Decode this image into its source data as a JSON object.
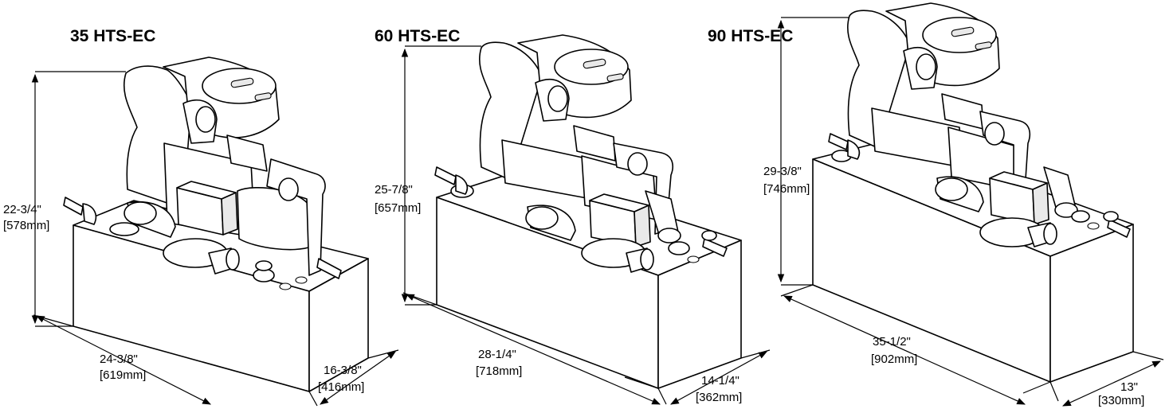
{
  "units": [
    {
      "model": "35 HTS-EC",
      "height": {
        "in": "22-3/4\"",
        "mm": "[578mm]"
      },
      "length": {
        "in": "24-3/8\"",
        "mm": "[619mm]"
      },
      "width": {
        "in": "16-3/8\"",
        "mm": "[416mm]"
      }
    },
    {
      "model": "60 HTS-EC",
      "height": {
        "in": "25-7/8\"",
        "mm": "[657mm]"
      },
      "length": {
        "in": "28-1/4\"",
        "mm": "[718mm]"
      },
      "width": {
        "in": "14-1/4\"",
        "mm": "[362mm]"
      }
    },
    {
      "model": "90 HTS-EC",
      "height": {
        "in": "29-3/8\"",
        "mm": "[746mm]"
      },
      "length": {
        "in": "35-1/2\"",
        "mm": "[902mm]"
      },
      "width": {
        "in": "13\"",
        "mm": "[330mm]"
      }
    }
  ]
}
